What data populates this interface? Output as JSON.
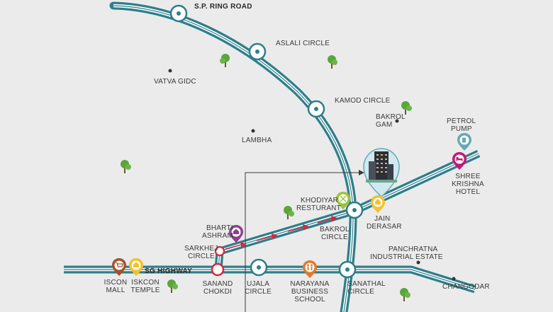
{
  "roads": {
    "sp_ring_road": "S.P. RING ROAD",
    "sg_highway": "SG HIGHWAY"
  },
  "circles": {
    "aslali": "ASLALI CIRCLE",
    "kamod": "KAMOD CIRCLE",
    "sarkhej_1": "SARKHEJ",
    "sarkhej_2": "CIRCLE",
    "bakrol_1": "BAKROL",
    "bakrol_2": "CIRCLE",
    "ujala_1": "UJALA",
    "ujala_2": "CIRCLE",
    "sanathal_1": "SANATHAL",
    "sanathal_2": "CIRCLE"
  },
  "places": {
    "vatva_gidc": "VATVA GIDC",
    "lambha": "LAMBHA",
    "bakrol_gam_1": "BAKROL",
    "bakrol_gam_2": "GAM",
    "panchratna_1": "PANCHRATNA",
    "panchratna_2": "INDUSTRIAL ESTATE",
    "changodar": "CHANGODAR"
  },
  "landmarks": {
    "petrol_1": "PETROL",
    "petrol_2": "PUMP",
    "hotel_1": "SHREE",
    "hotel_2": "KRISHNA",
    "hotel_3": "HOTEL",
    "khodiyar_1": "KHODIYAR",
    "khodiyar_2": "RESTURANT",
    "jain_1": "JAIN",
    "jain_2": "DERASAR",
    "bharti_1": "BHARTI",
    "bharti_2": "ASHRAM",
    "sanand_1": "SANAND",
    "sanand_2": "CHOKDI",
    "iscon_mall_1": "ISCON",
    "iscon_mall_2": "MALL",
    "iskcon_temple_1": "ISKCON",
    "iskcon_temple_2": "TEMPLE",
    "narayana_1": "NARAYANA",
    "narayana_2": "BUSINESS",
    "narayana_3": "SCHOOL"
  },
  "colors": {
    "road": "#2e7e8a",
    "road_inner": "#ffffff",
    "route": "#d6283c",
    "pin_green": "#9bc53d",
    "pin_yellow": "#f2c12e",
    "pin_purple": "#8e3f8f",
    "pin_magenta": "#c2187a",
    "pin_teal": "#67a9b5",
    "pin_orange": "#e07b2c",
    "pin_brown": "#a0522d",
    "pin_red": "#d6283c",
    "tree": "#5aa63b",
    "trunk": "#7a5230"
  },
  "icons": {
    "project_building": "building-icon",
    "petrol_pump": "fuel-icon",
    "hotel": "bed-icon",
    "khodiyar_resturant": "fork-knife-icon",
    "jain_derasar": "temple-icon",
    "bharti_ashram": "house-icon",
    "sarkhej_circle": "roundabout-icon",
    "iscon_mall": "cart-icon",
    "iskcon_temple": "temple-icon",
    "narayana_school": "students-icon"
  }
}
